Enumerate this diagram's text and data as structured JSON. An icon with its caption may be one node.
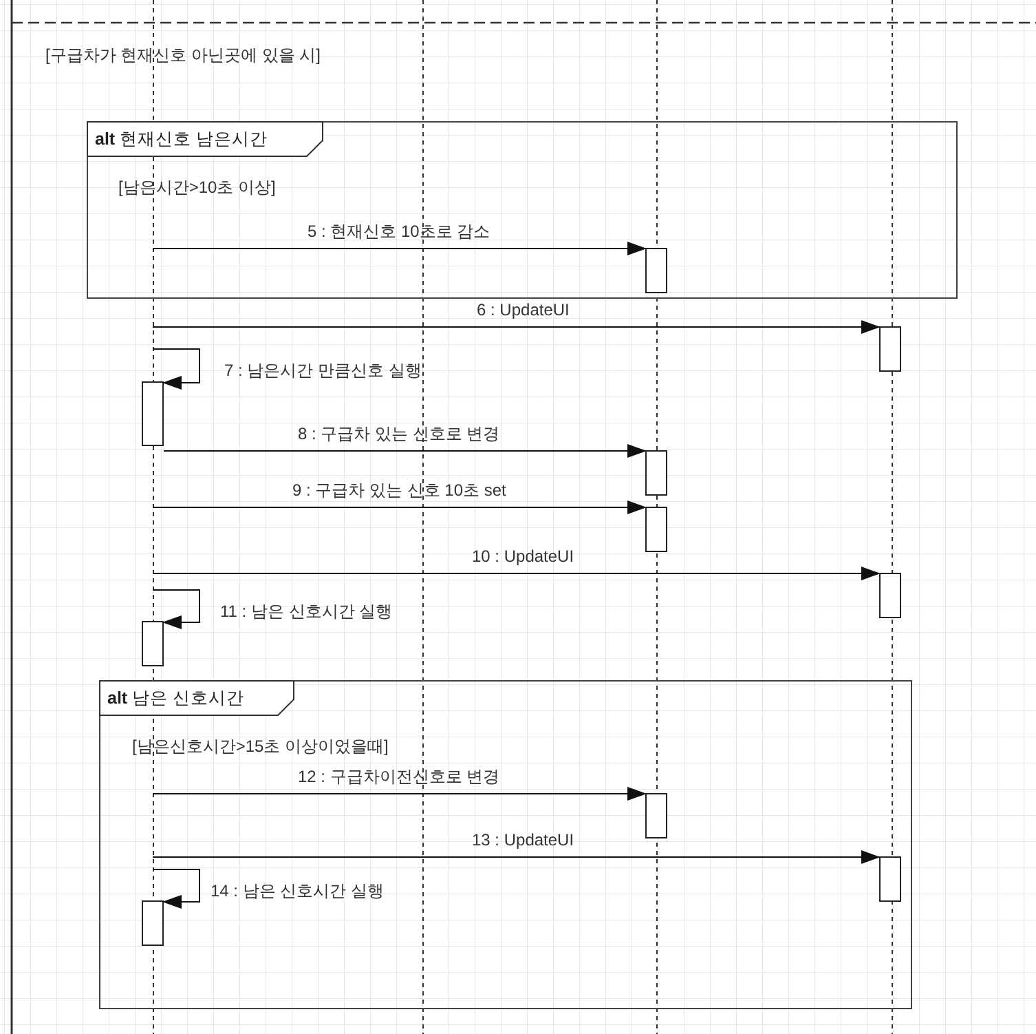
{
  "diagram": {
    "nodes": [
      {
        "text": [
          "**alt** 현재신호 남은시간",
          "[남은시간>10초 이상]"
        ]
      },
      {
        "text": [],
        "shape": "bar",
        "in": 0
      },
      {
        "text": [],
        "shape": "bar"
      },
      {
        "text": [],
        "shape": "bar"
      },
      {
        "text": [],
        "shape": "bar"
      },
      {
        "text": [],
        "shape": "bar"
      },
      {
        "text": [],
        "shape": "bar"
      },
      {
        "text": [],
        "shape": "bar"
      },
      {
        "text": [
          "**alt** 남은 신호시간",
          "[남은신호시간>15초 이상이었을때]"
        ]
      },
      {
        "text": [],
        "shape": "bar",
        "in": 8
      },
      {
        "text": [],
        "shape": "bar",
        "in": 8
      },
      {
        "text": [],
        "shape": "bar",
        "in": 8
      }
    ],
    "edges": [
      {
        "from": null,
        "to": 1,
        "arrow": "to",
        "label": "5 : 현재신호 10초로 감소"
      },
      {
        "from": null,
        "to": 2,
        "arrow": "to",
        "label": "6 : UpdateUI"
      },
      {
        "from": null,
        "to": 3,
        "arrow": "to",
        "label": "7 : 남은시간 만큼신호 실행"
      },
      {
        "from": 3,
        "to": 4,
        "arrow": "to",
        "label": "8 : 구급차 있는 신호로 변경"
      },
      {
        "from": null,
        "to": 5,
        "arrow": "to",
        "label": "9 : 구급차 있는 신호 10초 set"
      },
      {
        "from": null,
        "to": 6,
        "arrow": "to",
        "label": "10 : UpdateUI"
      },
      {
        "from": null,
        "to": 7,
        "arrow": "to",
        "label": "11 : 남은 신호시간 실행"
      },
      {
        "from": null,
        "to": 9,
        "arrow": "to",
        "label": "12 : 구급차이전신호로 변경"
      },
      {
        "from": null,
        "to": 10,
        "arrow": "to",
        "label": "13 : UpdateUI"
      },
      {
        "from": null,
        "to": 11,
        "arrow": "to",
        "label": "14 : 남은 신호시간 실행"
      }
    ],
    "labels": [
      "[구급차가 현재신호 아닌곳에 있을 시]"
    ]
  }
}
